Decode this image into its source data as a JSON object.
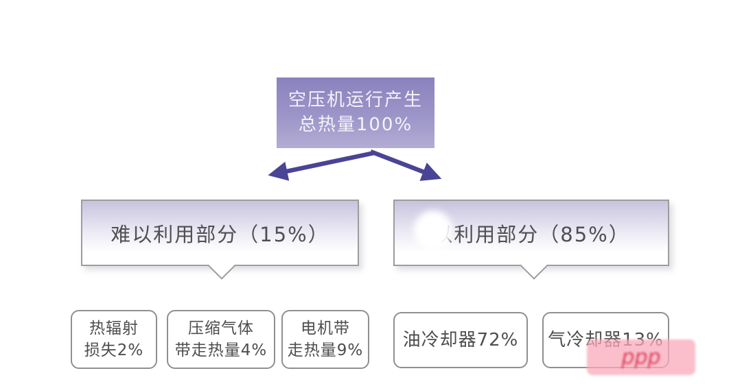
{
  "diagram": {
    "root": {
      "line1": "空压机运行产生",
      "line2": "总热量100%"
    },
    "branch_left": {
      "label": "难以利用部分（15%）"
    },
    "branch_right": {
      "label": "以利用部分（85%）"
    },
    "leaves_left": [
      {
        "line1": "热辐射",
        "line2": "损失2%"
      },
      {
        "line1": "压缩气体",
        "line2": "带走热量4%"
      },
      {
        "line1": "电机带",
        "line2": "走热量9%"
      }
    ],
    "leaves_right": [
      {
        "label": "油冷却器72%"
      },
      {
        "label": "气冷却器13%"
      }
    ],
    "watermark_text": "ppp",
    "colors": {
      "root_gradient_top": "#8a82bd",
      "root_gradient_bottom": "#b3add4",
      "bubble_gradient_top": "#c7c3de",
      "box_border": "#9c9c9c",
      "arrow": "#4a4496",
      "text": "#4d4d4d",
      "watermark_bg": "#f8aab9",
      "watermark_text": "#d72d4b"
    }
  }
}
